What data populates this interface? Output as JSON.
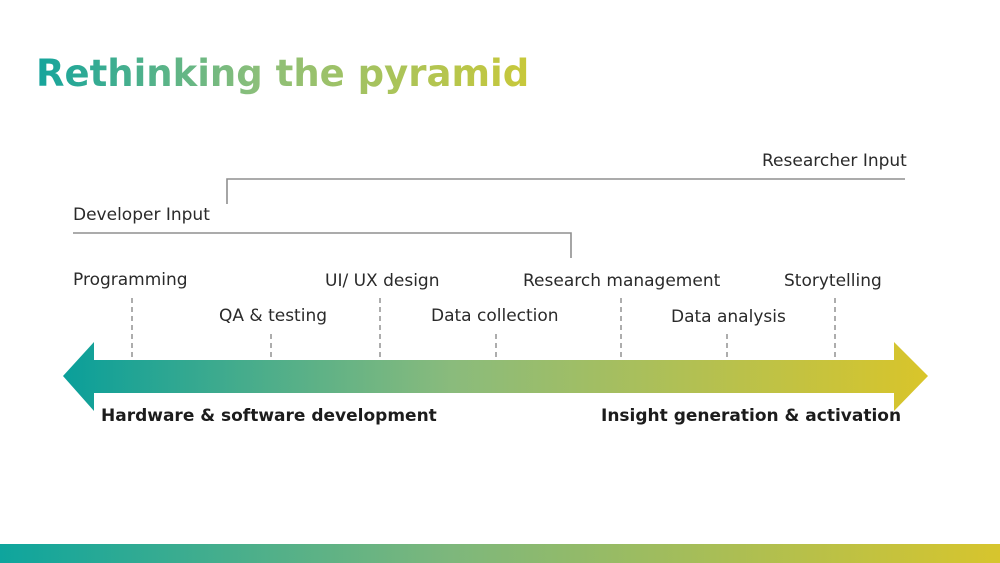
{
  "slide": {
    "title": "Rethinking the pyramid"
  },
  "inputs": {
    "researcher": "Researcher Input",
    "developer": "Developer Input"
  },
  "stages": {
    "programming": "Programming",
    "qa_testing": "QA & testing",
    "ui_ux": "UI/ UX design",
    "data_collection": "Data collection",
    "research_management": "Research management",
    "data_analysis": "Data analysis",
    "storytelling": "Storytelling"
  },
  "axis": {
    "left_end": "Hardware & software development",
    "right_end": "Insight generation & activation"
  },
  "colors": {
    "start": "#0ea59d",
    "mid": "#8cbf7a",
    "end": "#d7c52d"
  }
}
